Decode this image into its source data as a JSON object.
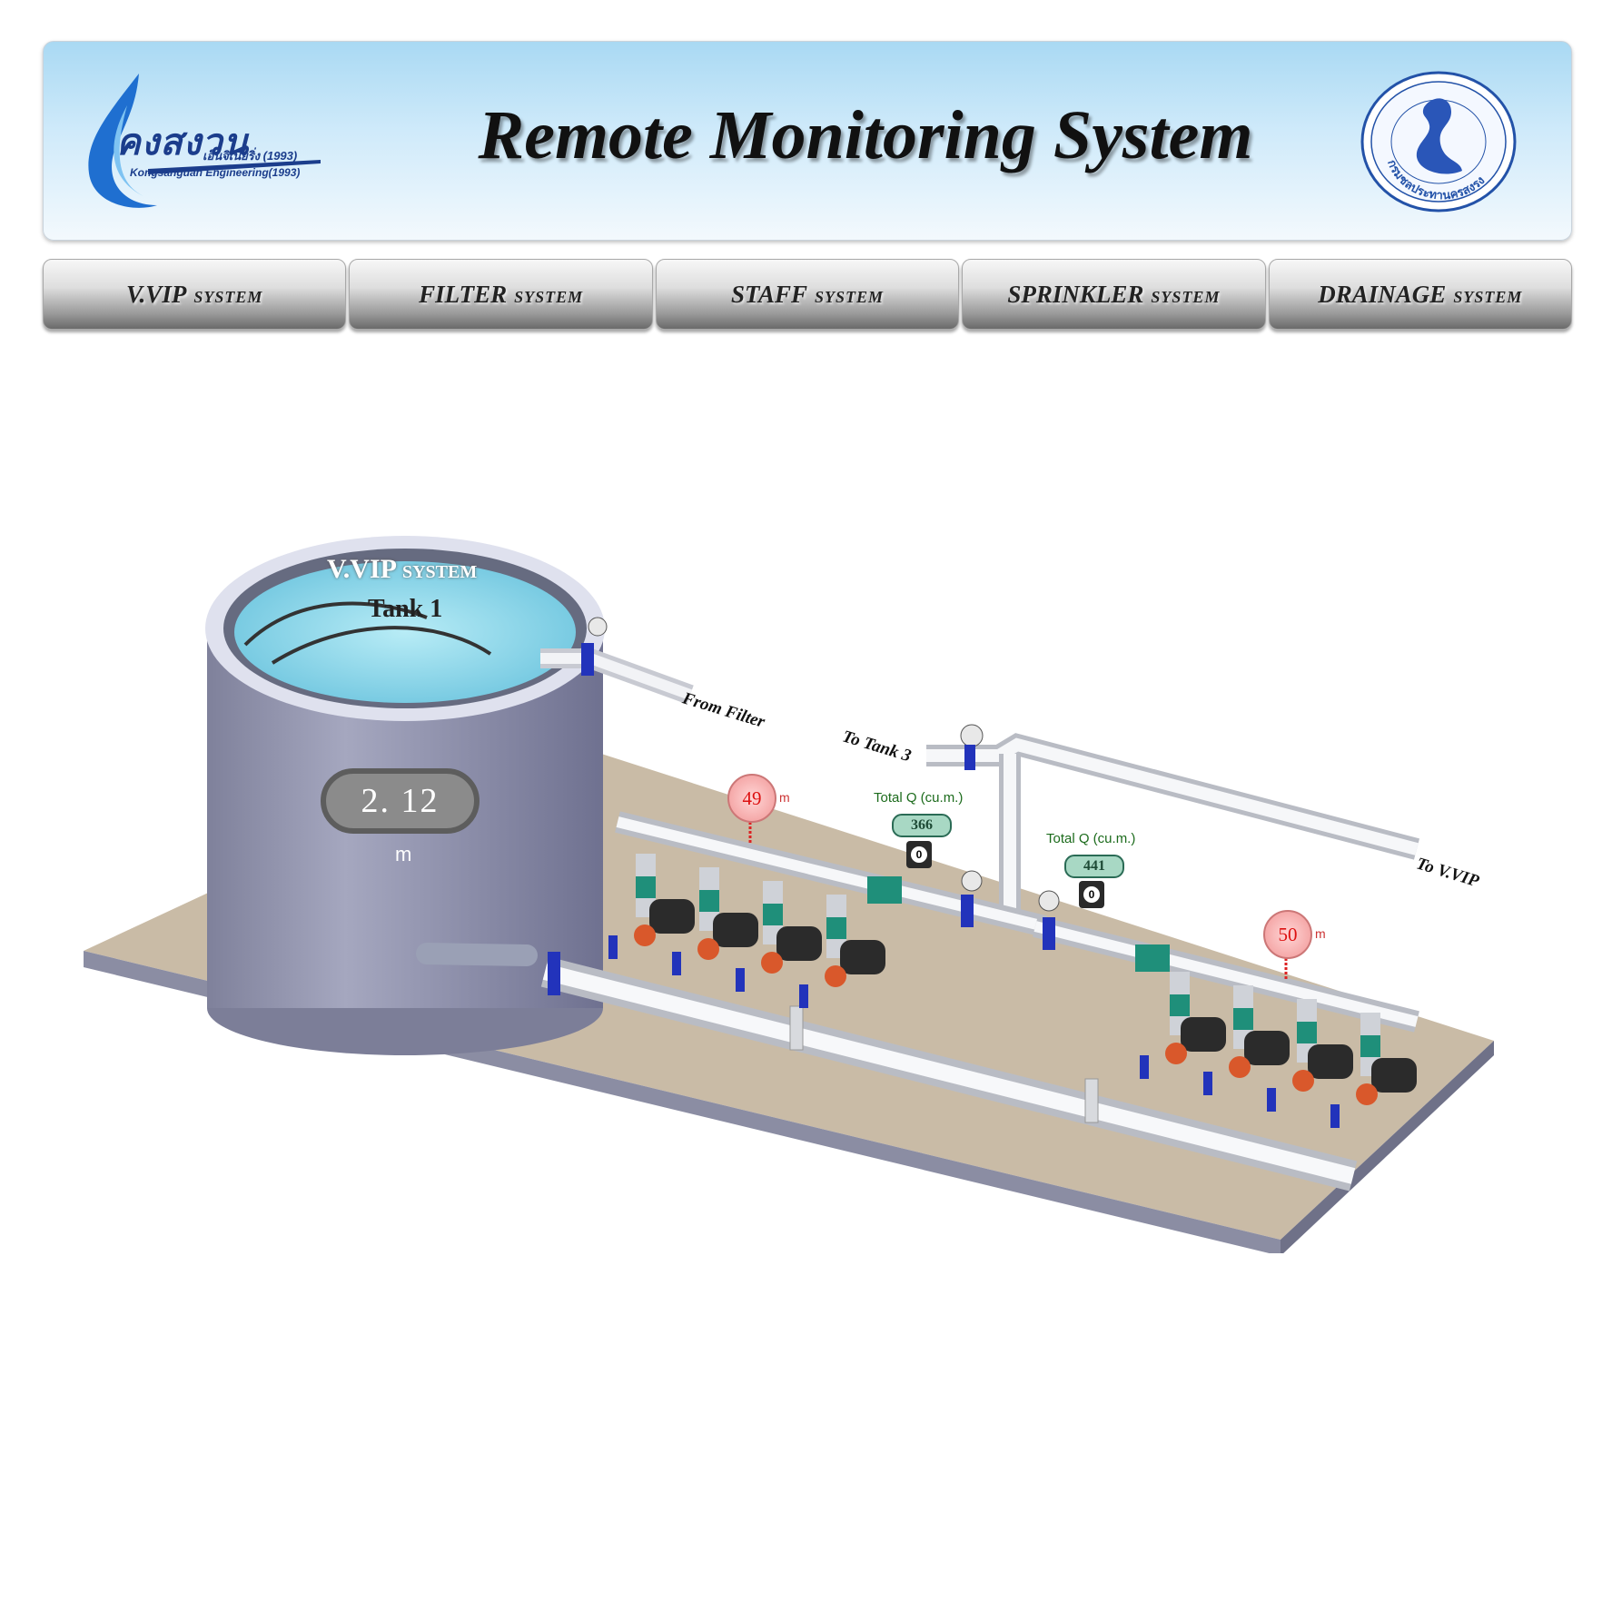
{
  "header": {
    "brand_thai": "คงสงวน",
    "brand_sub": "เอ็นจิเนียริ่ง (1993)",
    "brand_en": "Kongsanguan Engineering(1993)",
    "title": "Remote Monitoring System",
    "seal_text": "กรมชลประทานครสงรง"
  },
  "nav": [
    {
      "name": "V.VIP",
      "suffix": "SYSTEM"
    },
    {
      "name": "FILTER",
      "suffix": "SYSTEM"
    },
    {
      "name": "STAFF",
      "suffix": "SYSTEM"
    },
    {
      "name": "SPRINKLER",
      "suffix": "SYSTEM"
    },
    {
      "name": "DRAINAGE",
      "suffix": "SYSTEM"
    }
  ],
  "scene": {
    "tank_system": "V.VIP",
    "tank_system_suffix": "SYSTEM",
    "tank_name": "Tank 1",
    "tank_level": "2. 12",
    "tank_level_unit": "m",
    "label_from_filter": "From Filter",
    "label_to_tank3": "To Tank 3",
    "label_to_vvip": "To V.VIP",
    "pressure_left": "49",
    "pressure_left_unit": "m",
    "pressure_right": "50",
    "pressure_right_unit": "m",
    "totalq_label_1": "Total Q (cu.m.)",
    "totalq_value_1": "366",
    "flow_1": "0",
    "totalq_label_2": "Total Q (cu.m.)",
    "totalq_value_2": "441",
    "flow_2": "0"
  },
  "colors": {
    "header_top": "#a9d9f3",
    "floor": "#c9bba6",
    "floor_edge": "#8b8da3",
    "tank_body": "#9b9db4",
    "water": "#8fd3e6",
    "pipe": "#e9ebef",
    "pump": "#2b2b2b",
    "valve_blue": "#2233bb",
    "flowmeter_green": "#1f8f7a"
  }
}
